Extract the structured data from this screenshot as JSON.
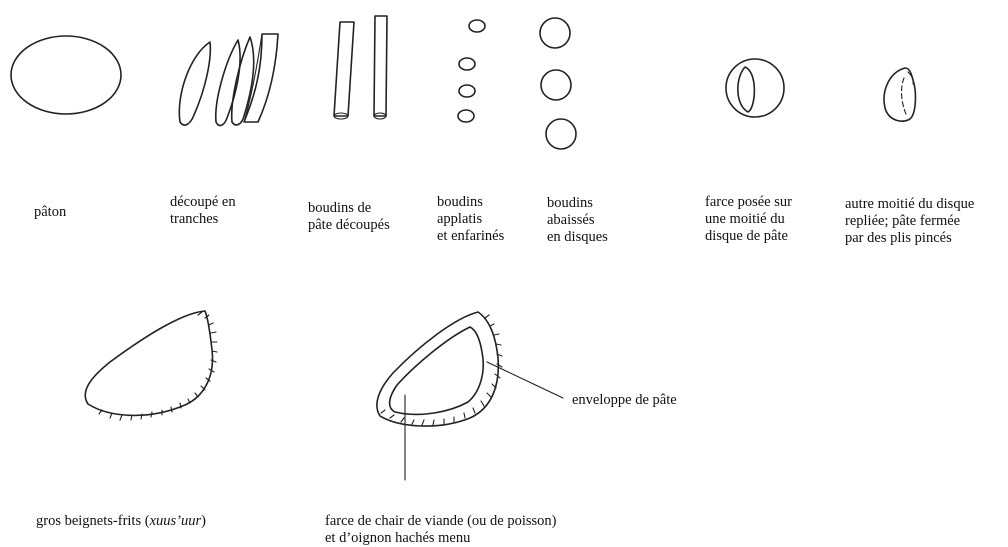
{
  "steps": [
    {
      "lines": [
        "pâton"
      ]
    },
    {
      "lines": [
        "découpé en",
        "tranches"
      ]
    },
    {
      "lines": [
        "boudins de",
        "pâte découpés"
      ]
    },
    {
      "lines": [
        "boudins",
        "applatis",
        "et enfarinés"
      ]
    },
    {
      "lines": [
        "boudins",
        "abaissés",
        "en disques"
      ]
    },
    {
      "lines": [
        "farce posée sur",
        "une moitié du",
        "disque de pâte"
      ]
    },
    {
      "lines": [
        "autre moitié du disque",
        "repliée; pâte fermée",
        "par des plis pincés"
      ]
    }
  ],
  "bottom": {
    "caption_left_prefix": "gros beignets-frits (",
    "caption_left_term": "xuus’uur",
    "caption_left_suffix": ")",
    "callout_envelope": "enveloppe de pâte",
    "caption_right": [
      "farce de chair de viande (ou de poisson)",
      "et d’oignon hachés menu"
    ]
  }
}
